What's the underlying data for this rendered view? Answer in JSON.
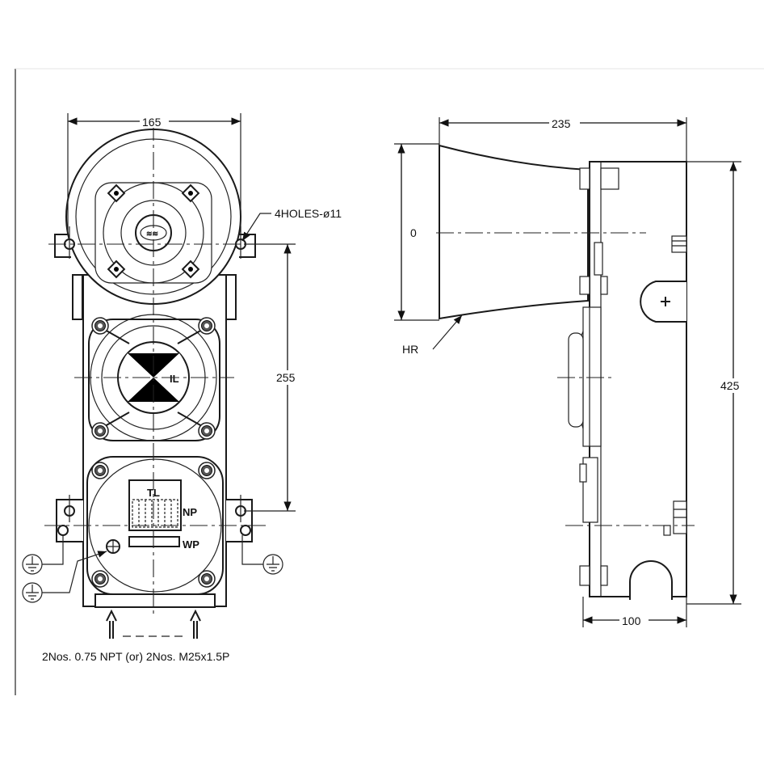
{
  "dimensions": {
    "width_top": "165",
    "depth_top": "235",
    "hole_spacing": "255",
    "overall_height": "425",
    "base_depth": "100",
    "horn_offset": "0"
  },
  "labels": {
    "holes": "4HOLES-ø11",
    "lamp": "IL",
    "terminal": "TL",
    "name_plate": "NP",
    "warning_plate": "WP",
    "horn": "HR",
    "entries": "2Nos. 0.75 NPT (or) 2Nos. M25x1.5P"
  },
  "colors": {
    "line": "#1a1a1a",
    "background": "#ffffff"
  }
}
